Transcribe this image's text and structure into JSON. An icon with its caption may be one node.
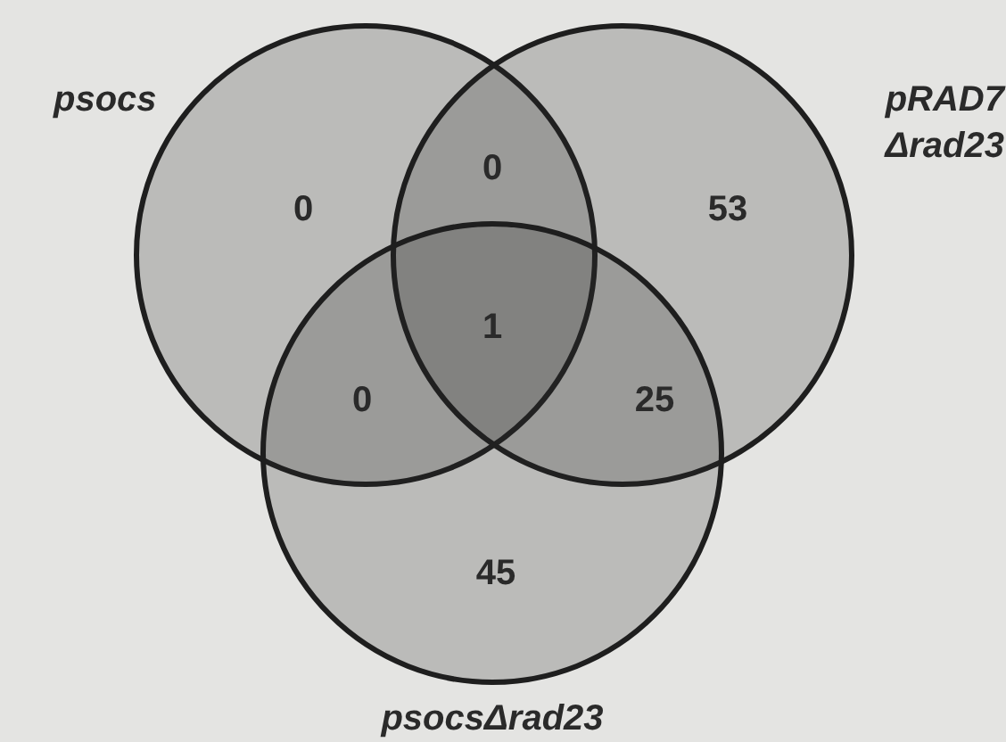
{
  "diagram": {
    "nodes": [
      {
        "text": [
          "psocs"
        ]
      },
      {
        "text": [
          "pRAD7 Δrad23"
        ]
      },
      {
        "text": [
          "psocsΔrad23"
        ]
      }
    ],
    "labels": [
      "0",
      "0",
      "53",
      "1",
      "0",
      "25",
      "45"
    ]
  }
}
